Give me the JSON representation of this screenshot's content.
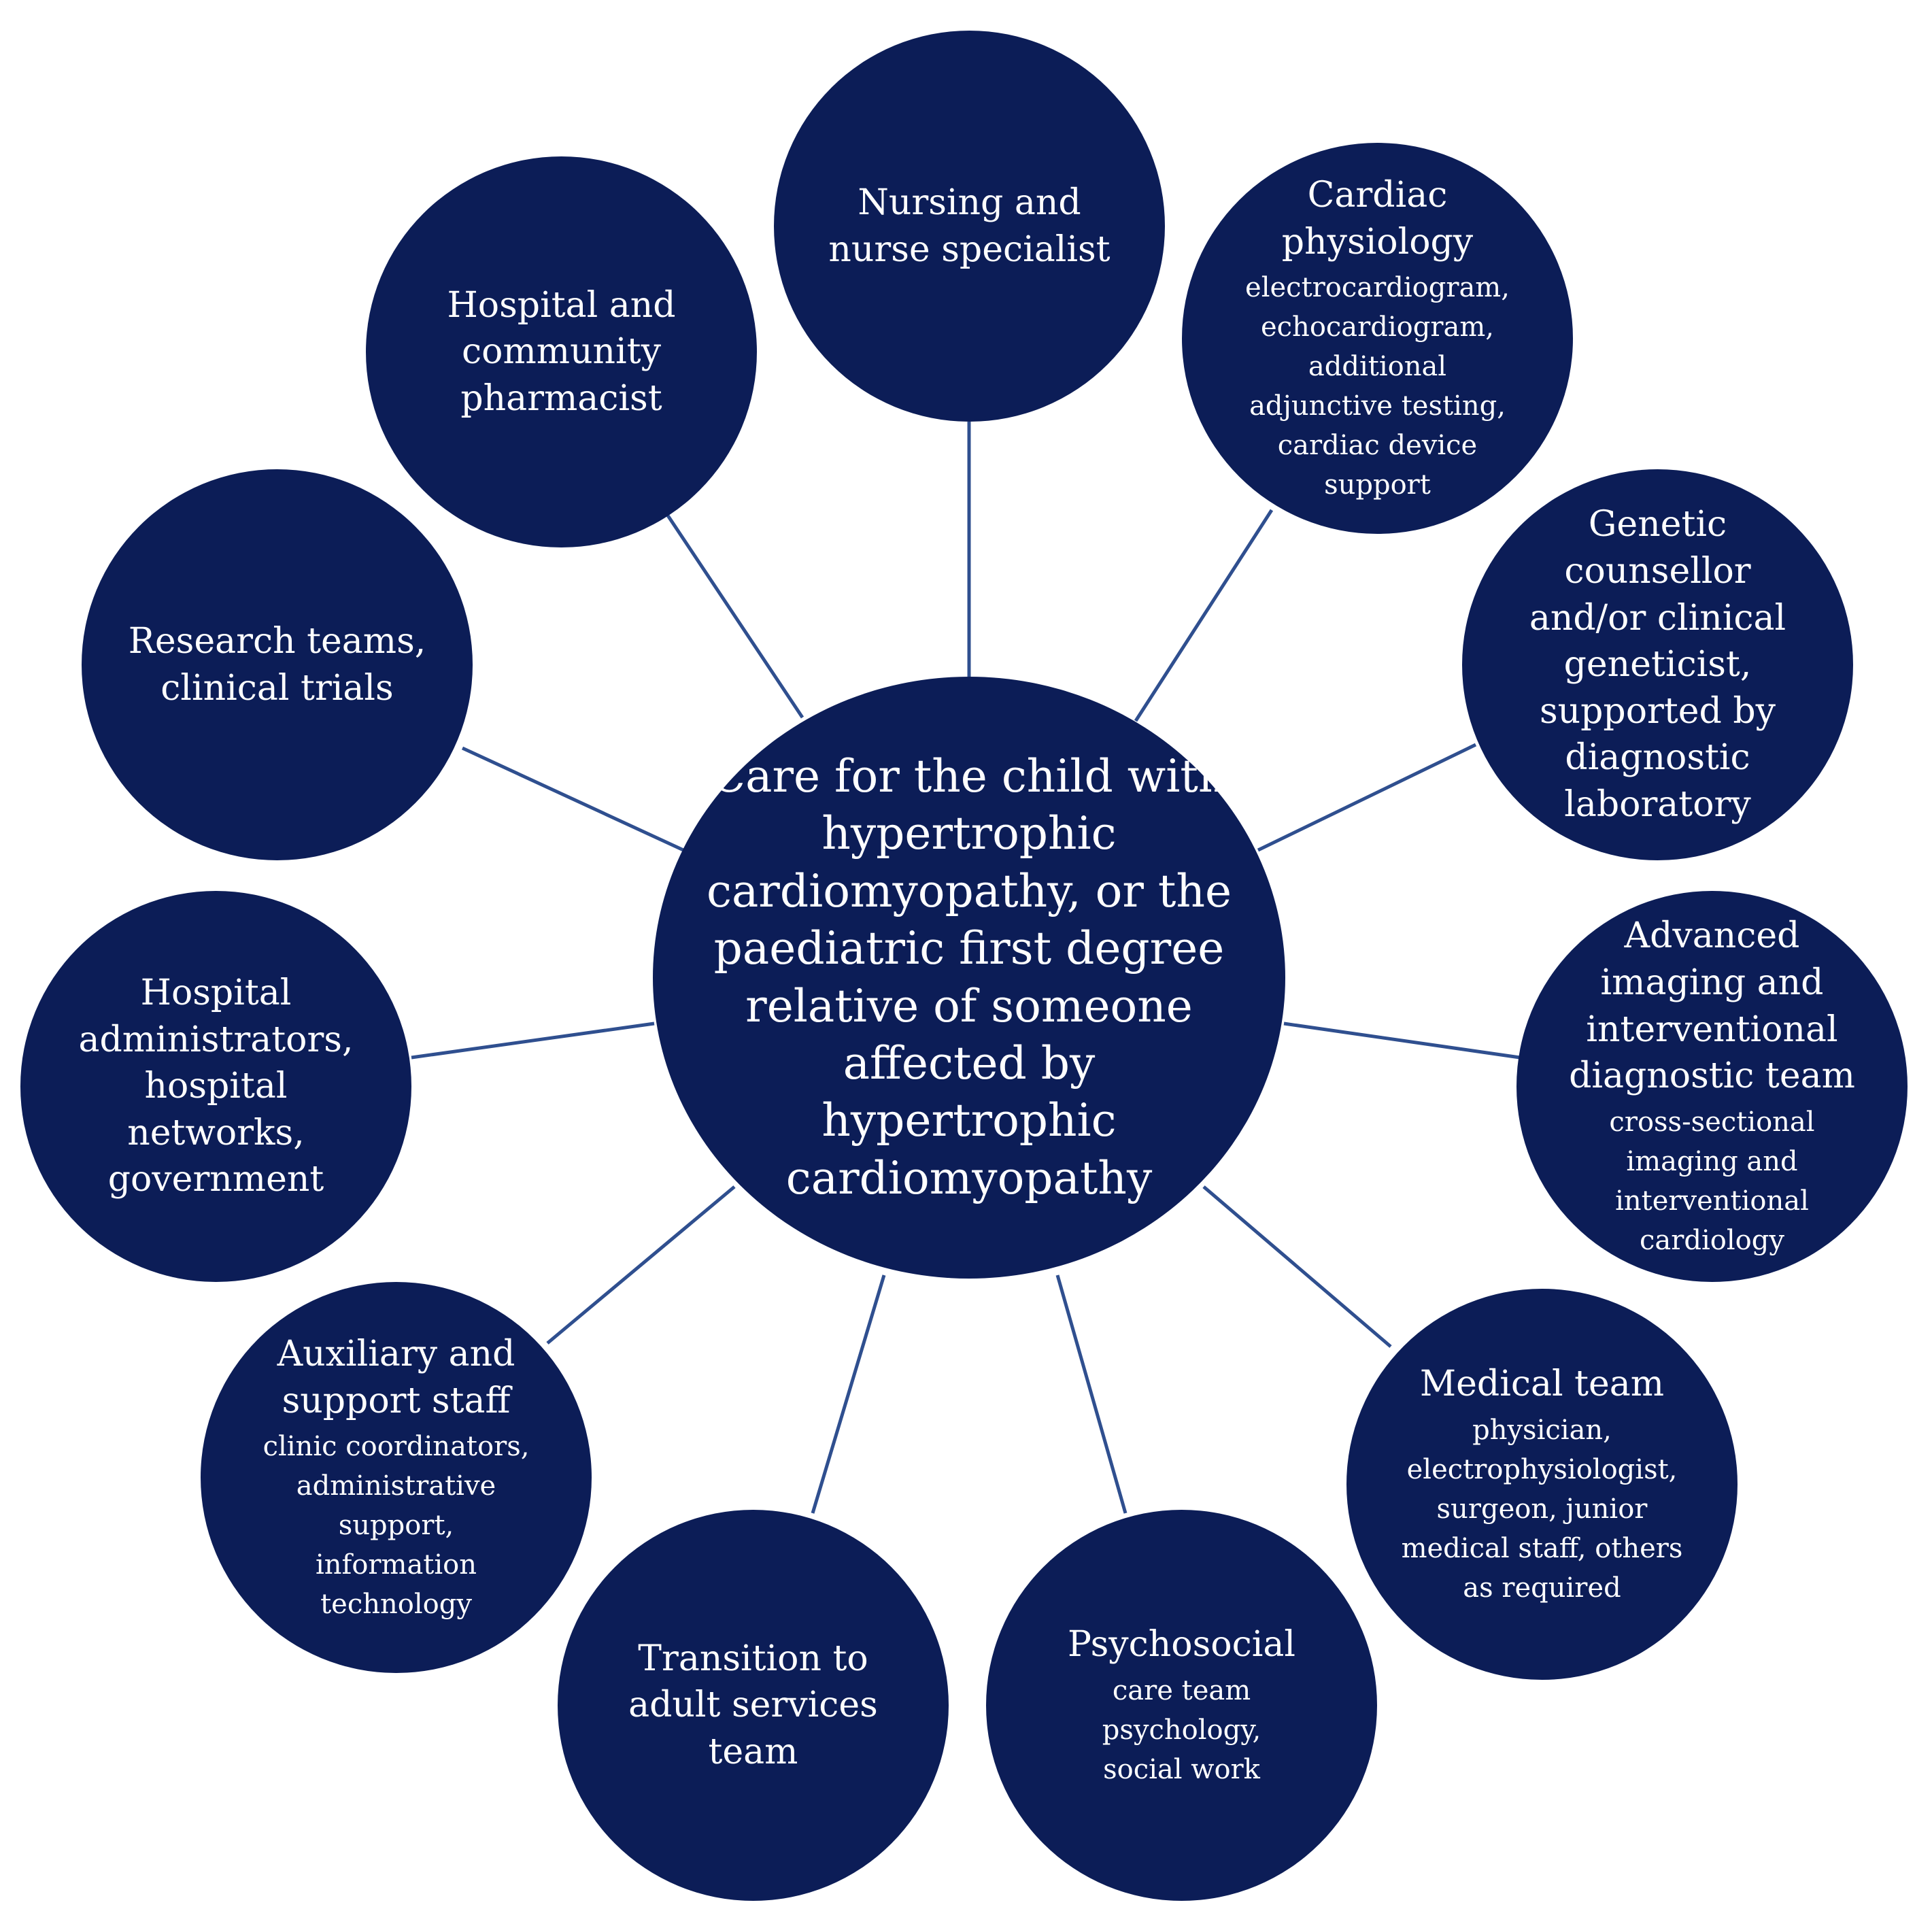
{
  "center": {
    "title": "Care for the child with hypertrophic cardiomyopathy, or the paediatric first degree relative of someone affected by hypertrophic cardiomyopathy"
  },
  "nodes": {
    "nursing": {
      "title": "Nursing and\nnurse specialist",
      "subtitle": ""
    },
    "pharmacist": {
      "title": "Hospital and\ncommunity\npharmacist",
      "subtitle": ""
    },
    "cardiac": {
      "title": "Cardiac\nphysiology",
      "subtitle": "electrocardiogram,\nechocardiogram,\nadditional\nadjunctive testing,\ncardiac device\nsupport"
    },
    "genetic": {
      "title": "Genetic\ncounsellor\nand/or clinical\ngeneticist,\nsupported by\ndiagnostic\nlaboratory",
      "subtitle": ""
    },
    "research": {
      "title": "Research teams,\nclinical trials",
      "subtitle": ""
    },
    "admin": {
      "title": "Hospital\nadministrators,\nhospital\nnetworks,\ngovernment",
      "subtitle": ""
    },
    "imaging": {
      "title": "Advanced\nimaging and\ninterventional\ndiagnostic team",
      "subtitle": "cross-sectional\nimaging and\ninterventional\ncardiology"
    },
    "auxiliary": {
      "title": "Auxiliary and\nsupport staff",
      "subtitle": "clinic coordinators,\nadministrative\nsupport,\ninformation\ntechnology"
    },
    "medical": {
      "title": "Medical team",
      "subtitle": "physician,\nelectrophysiologist,\nsurgeon, junior\nmedical staff, others\nas required"
    },
    "transition": {
      "title": "Transition to\nadult services\nteam",
      "subtitle": ""
    },
    "psychosocial": {
      "title": "Psychosocial",
      "subtitle": "care team\npsychology,\nsocial work"
    }
  },
  "colors": {
    "node_fill": "#0c1d57",
    "connector": "#2f4f8f",
    "text": "#ffffff"
  }
}
